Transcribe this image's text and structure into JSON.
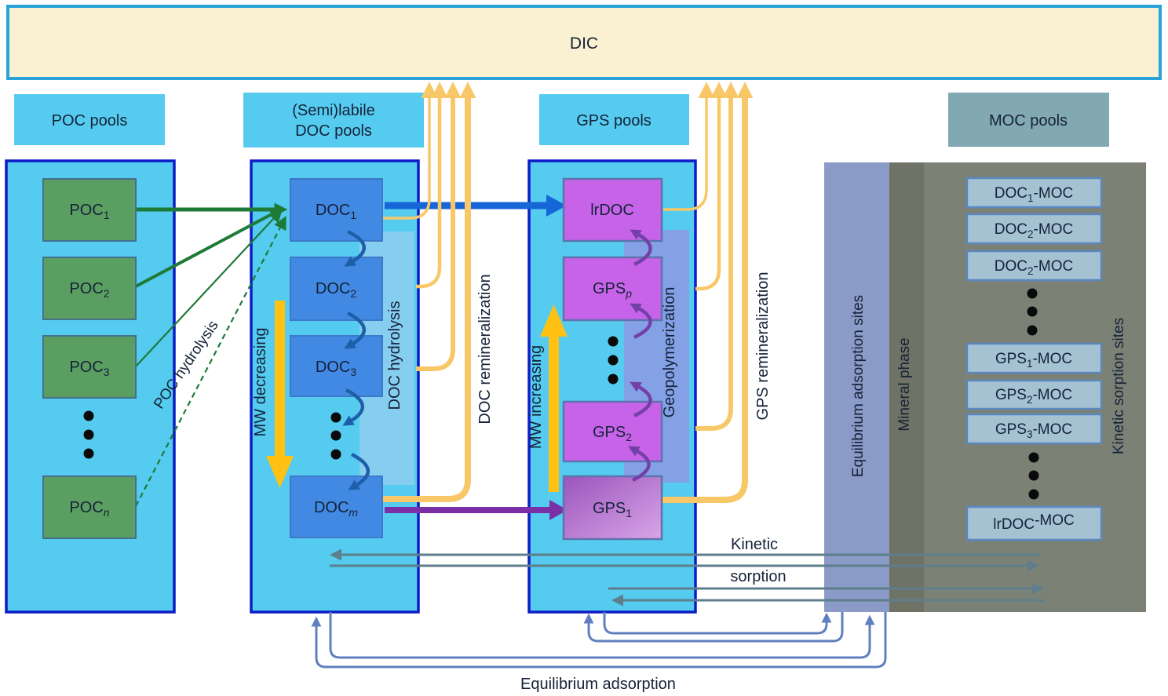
{
  "dic_label": "DIC",
  "headers": {
    "poc": "POC pools",
    "doc_line1": "(Semi)labile",
    "doc_line2": "DOC pools",
    "gps": "GPS pools",
    "moc": "MOC pools"
  },
  "poc_boxes": [
    {
      "base": "POC",
      "sub": "1"
    },
    {
      "base": "POC",
      "sub": "2"
    },
    {
      "base": "POC",
      "sub": "3"
    },
    {
      "base": "POC",
      "sub": "n"
    }
  ],
  "doc_boxes": [
    {
      "base": "DOC",
      "sub": "1"
    },
    {
      "base": "DOC",
      "sub": "2"
    },
    {
      "base": "DOC",
      "sub": "3"
    },
    {
      "base": "DOC",
      "sub": "m"
    }
  ],
  "gps_boxes": [
    {
      "base": "lrDOC",
      "sub": ""
    },
    {
      "base": "GPS",
      "sub": "p"
    },
    {
      "base": "GPS",
      "sub": "2"
    },
    {
      "base": "GPS",
      "sub": "1"
    }
  ],
  "moc_boxes": [
    {
      "pre": "DOC",
      "sub": "1",
      "post": "-MOC"
    },
    {
      "pre": "DOC",
      "sub": "2",
      "post": "-MOC"
    },
    {
      "pre": "DOC",
      "sub": "2",
      "post": "-MOC"
    },
    {
      "pre": "GPS",
      "sub": "1",
      "post": "-MOC"
    },
    {
      "pre": "GPS",
      "sub": "2",
      "post": "-MOC"
    },
    {
      "pre": "GPS",
      "sub": "3",
      "post": "-MOC"
    },
    {
      "pre": "lrDOC",
      "sub": "",
      "post": "-MOC"
    }
  ],
  "process_labels": {
    "poc_hydrolysis": "POC hydrolysis",
    "mw_decreasing": "MW decreasing",
    "doc_hydrolysis": "DOC hydrolysis",
    "doc_remineralization": "DOC remineralization",
    "mw_increasing": "MW increasing",
    "geopolymerization": "Geopolymerization",
    "gps_remineralization": "GPS remineralization",
    "kinetic": "Kinetic",
    "sorption": "sorption",
    "equilibrium_adsorption": "Equilibrium adsorption",
    "equilibrium_adsorption_sites": "Equilibrium adsorption sites",
    "mineral_phase": "Mineral phase",
    "kinetic_sorption_sites": "Kinetic sorption sites"
  },
  "colors": {
    "dic_fill": "#FAF0D2",
    "dic_border": "#28A4DB",
    "header_cyan": "#56CBF0",
    "moc_header": "#82A9B2",
    "column_cyan": "#54CBEF",
    "column_border": "#0D1CC5",
    "doc_strip": "#86CEF0",
    "gps_strip": "#84A1E6",
    "poc_box_green": "#5B9E62",
    "doc_box_blue": "#4289E3",
    "gps_box_magenta": "#C763E8",
    "moc_gray": "#7C8175",
    "mineral_band": "#6F7366",
    "equilibrium_band": "#8B9BC8",
    "moc_box_fill": "#A5C2D3",
    "remineralization_yellow": "#F8C868",
    "mw_gold": "#FFC214",
    "green_arrow": "#1E7A37",
    "blue_arrow": "#1666D8",
    "purple_arrow": "#7B2FA6",
    "doc_arc": "#1D5FA8",
    "gps_arc": "#7440A8",
    "kinetic_line": "#5E7E8C",
    "equilibrium_line": "#5F7FBE",
    "text": "#152238"
  }
}
